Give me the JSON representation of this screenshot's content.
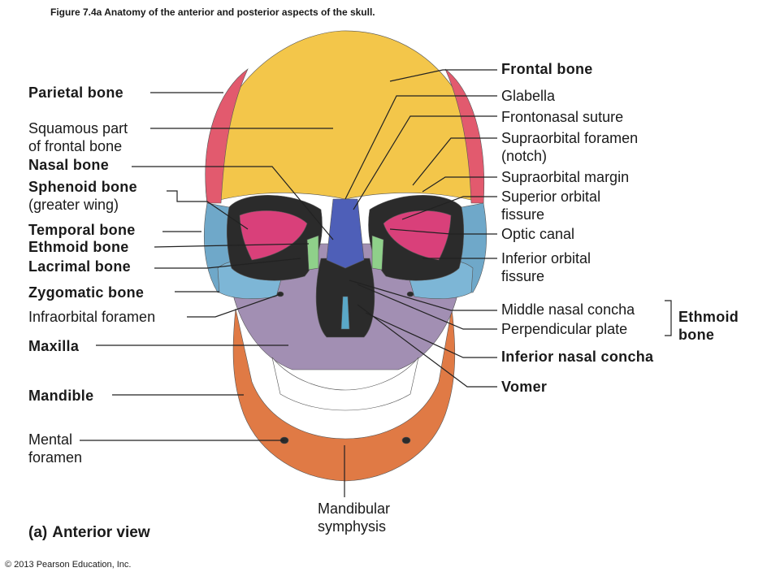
{
  "caption": "Figure 7.4a  Anatomy of the anterior and posterior aspects of the skull.",
  "copyright": "© 2013 Pearson Education, Inc.",
  "view": {
    "tag": "(a)",
    "title": "Anterior view"
  },
  "left_labels": {
    "parietal": "Parietal bone",
    "squamous_1": "Squamous part",
    "squamous_2": "of frontal bone",
    "nasal": "Nasal bone",
    "sphenoid_1": "Sphenoid bone",
    "sphenoid_2": "(greater wing)",
    "temporal": "Temporal bone",
    "ethmoid": "Ethmoid bone",
    "lacrimal": "Lacrimal bone",
    "zygomatic": "Zygomatic bone",
    "infraorbital": "Infraorbital foramen",
    "maxilla": "Maxilla",
    "mandible": "Mandible",
    "mental_1": "Mental",
    "mental_2": "foramen"
  },
  "right_labels": {
    "frontal": "Frontal bone",
    "glabella": "Glabella",
    "frontonasal": "Frontonasal suture",
    "supraorbital_foramen_1": "Supraorbital foramen",
    "supraorbital_foramen_2": "(notch)",
    "supraorbital_margin": "Supraorbital margin",
    "superior_orbital_1": "Superior orbital",
    "superior_orbital_2": "fissure",
    "optic": "Optic canal",
    "inferior_orbital_1": "Inferior orbital",
    "inferior_orbital_2": "fissure",
    "middle_concha": "Middle nasal concha",
    "perpendicular": "Perpendicular plate",
    "ethmoid_bone_1": "Ethmoid",
    "ethmoid_bone_2": "bone",
    "inferior_concha": "Inferior nasal concha",
    "vomer": "Vomer"
  },
  "bottom_labels": {
    "symphysis_1": "Mandibular",
    "symphysis_2": "symphysis"
  },
  "colors": {
    "frontal": "#F3C64A",
    "parietal": "#E25A6E",
    "sphenoid": "#D9407A",
    "temporal": "#6FA8C9",
    "zygomatic": "#7DB6D6",
    "maxilla": "#A28FB3",
    "mandible": "#E07A45",
    "nasal": "#4E5FB8",
    "ethmoid": "#8FD08A",
    "lacrimal": "#B5E0A0",
    "vomer": "#5AA8C8",
    "teeth": "#FFFFFF",
    "orbit": "#2B2B2B"
  }
}
